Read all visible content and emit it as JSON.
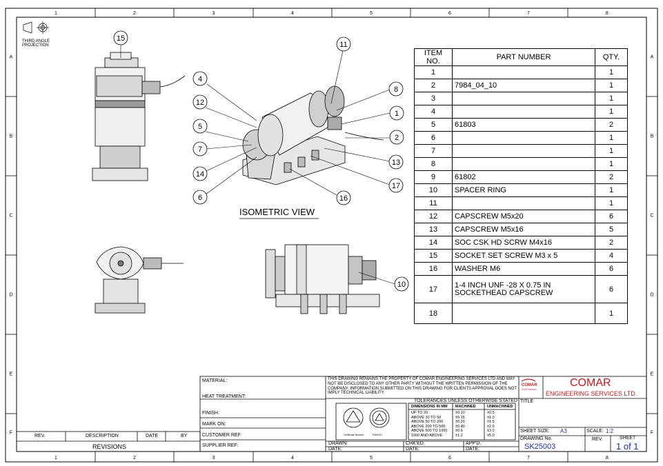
{
  "zone_columns": [
    "1",
    "2",
    "3",
    "4",
    "5",
    "6",
    "7",
    "8"
  ],
  "zone_rows": [
    "A",
    "B",
    "C",
    "D",
    "E",
    "F"
  ],
  "projection_label": "THIRD ANGLE\nPROJECTION",
  "iso_caption": "ISOMETRIC VIEW",
  "balloons": [
    "1",
    "2",
    "4",
    "5",
    "6",
    "7",
    "8",
    "10",
    "11",
    "12",
    "13",
    "14",
    "15",
    "16",
    "17"
  ],
  "bom": {
    "headers": [
      "ITEM NO.",
      "PART NUMBER",
      "QTY."
    ],
    "rows": [
      {
        "item": "1",
        "part": "",
        "qty": "1"
      },
      {
        "item": "2",
        "part": "7984_04_10",
        "qty": "1"
      },
      {
        "item": "3",
        "part": "",
        "qty": "1"
      },
      {
        "item": "4",
        "part": "",
        "qty": "1"
      },
      {
        "item": "5",
        "part": "61803",
        "qty": "2"
      },
      {
        "item": "6",
        "part": "",
        "qty": "1"
      },
      {
        "item": "7",
        "part": "",
        "qty": "1"
      },
      {
        "item": "8",
        "part": "",
        "qty": "1"
      },
      {
        "item": "9",
        "part": "61802",
        "qty": "2"
      },
      {
        "item": "10",
        "part": "SPACER RING",
        "qty": "1"
      },
      {
        "item": "11",
        "part": "",
        "qty": "1"
      },
      {
        "item": "12",
        "part": "CAPSCREW M5x20",
        "qty": "6"
      },
      {
        "item": "13",
        "part": "CAPSCREW M5x16",
        "qty": "5"
      },
      {
        "item": "14",
        "part": "SOC CSK HD SCRW M4x16",
        "qty": "2"
      },
      {
        "item": "15",
        "part": "SOCKET SET SCREW M3 x 5",
        "qty": "4"
      },
      {
        "item": "16",
        "part": "WASHER  M6",
        "qty": "6"
      },
      {
        "item": "17",
        "part": "1-4 INCH UNF -28 X 0.75 IN SOCKETHEAD CAPSCREW",
        "qty": "6"
      },
      {
        "item": "18",
        "part": "",
        "qty": "1"
      }
    ]
  },
  "title_block": {
    "material": "MATERIAL:",
    "heat_treatment": "HEAT TREATMENT:",
    "finish": "FINISH:",
    "mark_on": "MARK ON:",
    "customer_ref": "CUSTOMER REF",
    "supplier_ref": "SUPPLIER REF:",
    "notice": "THIS DRAWING REMAINS THE PROPERTY OF COMAR ENGINEERING SERVICES LTD AND MAY NOT BE DISCLOSED TO ANY OTHER PARTY WITHOUT THE WRITTEN PERMISSION OF THE COMPANY. INFORMATION SUBMITTED ON THIS DRAWING FOR CLIENTS APPROVAL DOES NOT IMPLY TECHNICAL LIABILITY.",
    "tolerances_title": "TOLERANCES UNLESS OTHERWISE STATED",
    "tol_headers": [
      "DIMENSIONS IN MM",
      "MACHINED",
      "UNMACHINED"
    ],
    "tol_rows": [
      [
        "UP TO 20",
        "±0.10",
        "±0.5"
      ],
      [
        "ABOVE 20 TO 50",
        "±0.15",
        "±1.0"
      ],
      [
        "ABOVE 50 TO 200",
        "±0.20",
        "±1.5"
      ],
      [
        "ABOVE 200 TO 500",
        "±0.40",
        "±2.0"
      ],
      [
        "ABOVE 500 TO 1000",
        "±0.6",
        "±3.0"
      ],
      [
        "1000 AND ABOVE",
        "±1.2",
        "±5.0"
      ]
    ],
    "cert_label": "Certificate Number",
    "cert_number": "FM40117",
    "drawn": "DRAWN:",
    "date1": "DATE:",
    "checked": "CHK'ED.",
    "date2": "DATE:",
    "approved": "APP'D.",
    "date3": "DATE:",
    "title_label": "TITLE",
    "company": "COMAR",
    "company_sub": "ENGINEERING SERVICES LTD.",
    "logo_text": "COMAR",
    "logo_sub": "Scott Vacuum",
    "sheet_size_label": "SHEET SIZE:",
    "sheet_size": "A3",
    "scale_label": "SCALE:",
    "scale": "1:2",
    "drawing_no_label": "DRAWING No.",
    "drawing_no": "SK25003",
    "rev_label": "REV.",
    "sheet_label": "SHEET",
    "sheet_value": "1 of 1"
  },
  "revisions": {
    "headers": [
      "REV.",
      "DESCRIPTION",
      "DATE",
      "BY"
    ],
    "footer": "REVISIONS"
  },
  "colors": {
    "line": "#000000",
    "blue_text": "#1a2fa0",
    "red_text": "#c21a1a"
  }
}
